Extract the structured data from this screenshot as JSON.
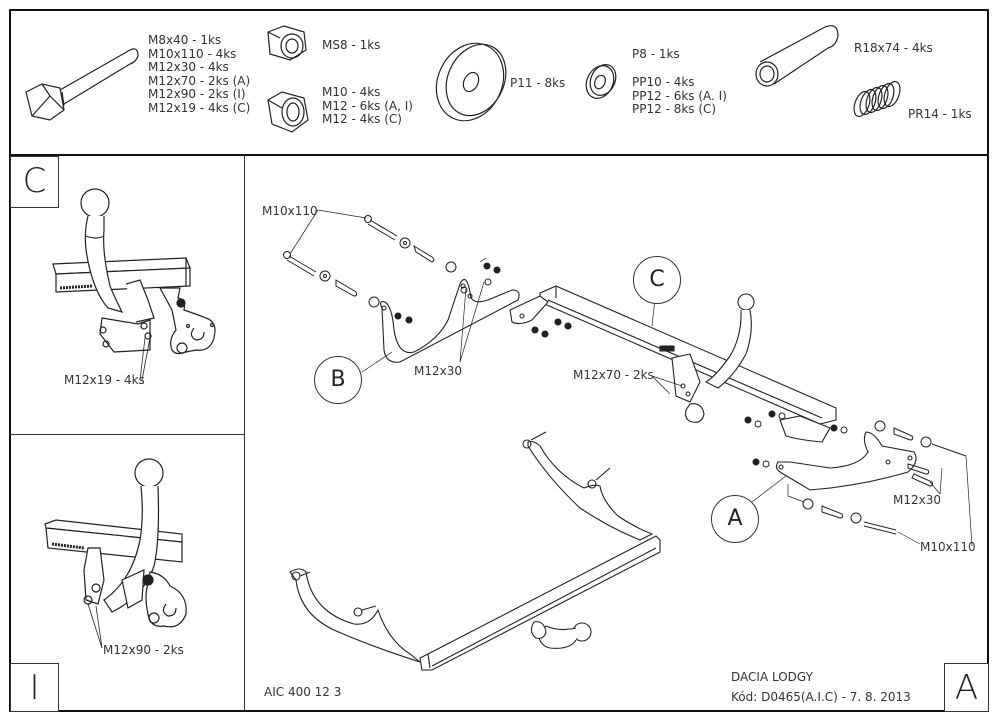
{
  "document": {
    "title": "DACIA LODGY",
    "code": "Kód: D0465(A.I.C) - 7. 8. 2013",
    "part_number": "AIC 400 12 3"
  },
  "parts_list": {
    "bolts": [
      "M8x40 - 1ks",
      "M10x110 - 4ks",
      "M12x30 - 4ks",
      "M12x70 - 2ks (A)",
      "M12x90 - 2ks (I)",
      "M12x19 - 4ks (C)"
    ],
    "lock_nut": "MS8 - 1ks",
    "nuts": [
      "M10 - 4ks",
      "M12 - 6ks (A, I)",
      "M12 - 4ks (C)"
    ],
    "large_washer": "P11 - 8ks",
    "washers_p8": "P8 - 1ks",
    "washers": [
      "PP10 - 4ks",
      "PP12 - 6ks (A. I)",
      "PP12 - 8ks (C)"
    ],
    "tube": "R18x74 - 4ks",
    "spring": "PR14 - 1ks"
  },
  "panels": {
    "c": {
      "corner_label": "C",
      "bolt_label": "M12x19 - 4ks"
    },
    "i": {
      "corner_label": "I",
      "bolt_label": "M12x90 - 2ks"
    },
    "a": {
      "corner_label": "A"
    }
  },
  "main_drawing": {
    "callouts": [
      "B",
      "C",
      "A"
    ],
    "labels": {
      "m10x110_left": "M10x110",
      "m12x30_left": "M12x30",
      "m12x70": "M12x70 - 2ks",
      "m12x30_right": "M12x30",
      "m10x110_right": "M10x110"
    }
  }
}
